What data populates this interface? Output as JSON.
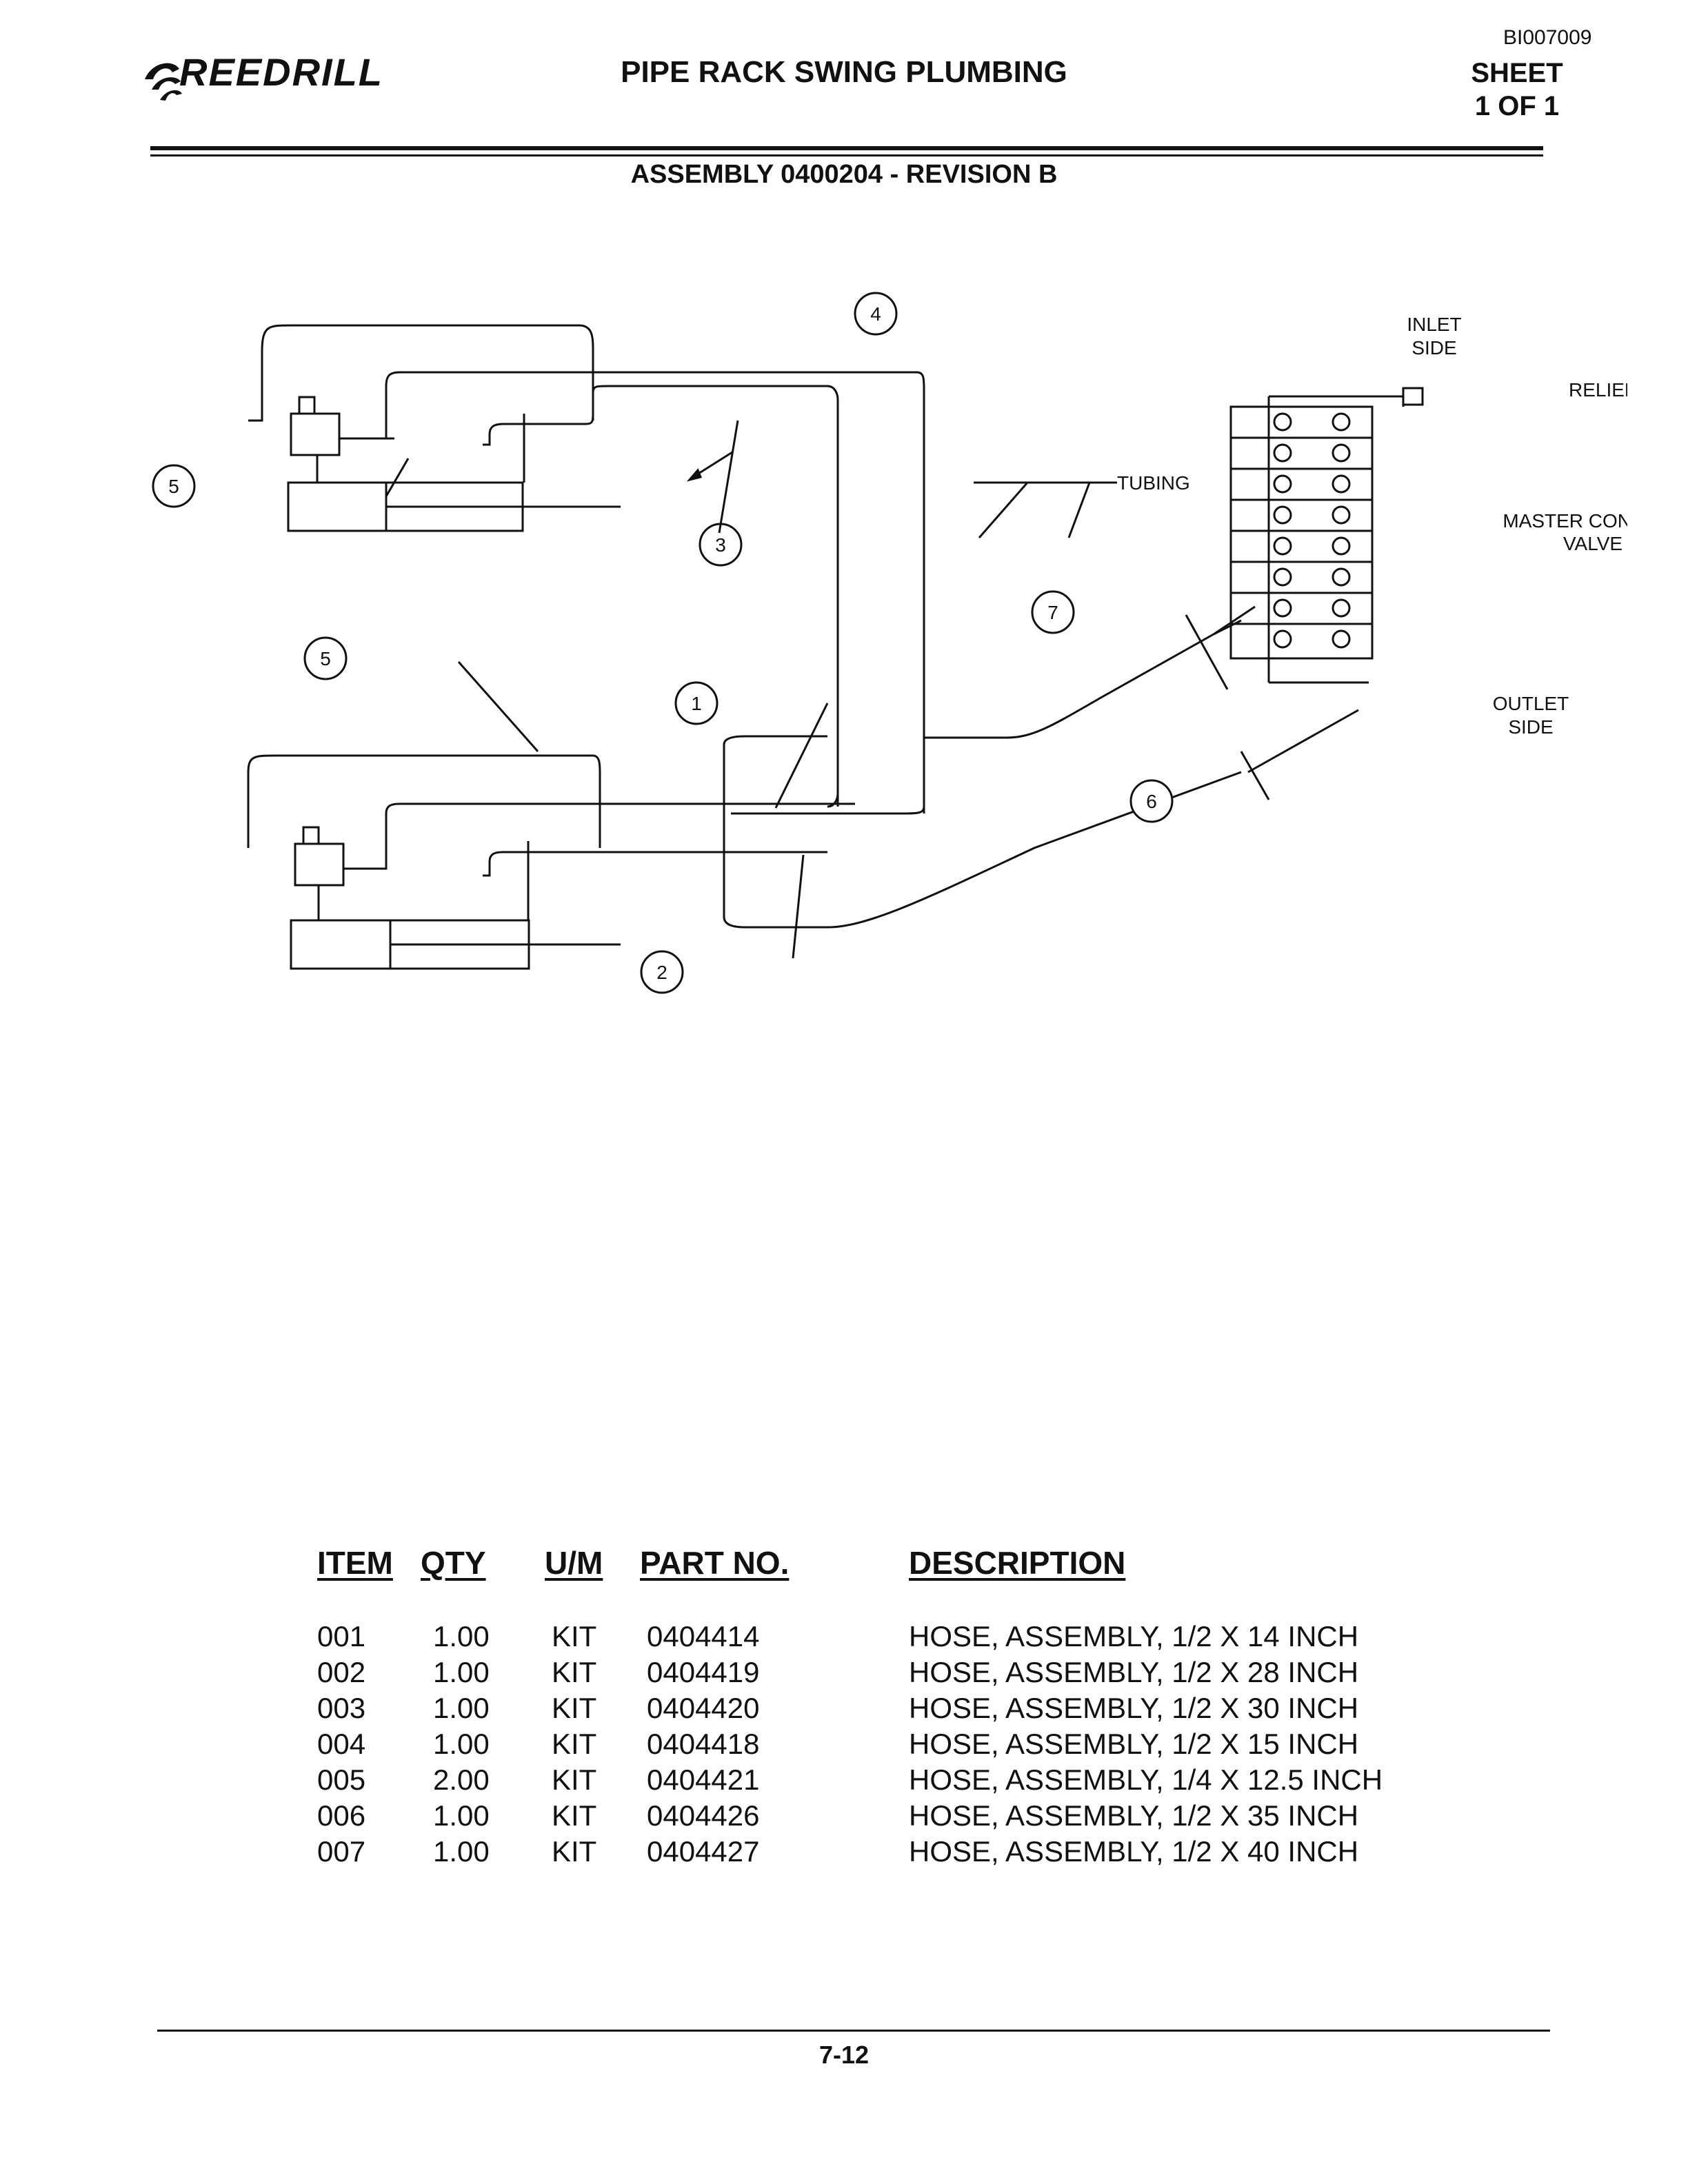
{
  "header": {
    "logo_text": "REEDRILL",
    "title": "PIPE RACK SWING PLUMBING",
    "doc_id": "BI007009",
    "sheet_label": "SHEET",
    "sheet_value": "1 OF 1",
    "subtitle": "ASSEMBLY 0400204 - REVISION B"
  },
  "diagram": {
    "labels": {
      "inlet": [
        "INLET",
        "SIDE"
      ],
      "relief": "RELIEF",
      "master": [
        "MASTER CONTROL",
        "VALVE"
      ],
      "outlet": [
        "OUTLET",
        "SIDE"
      ],
      "tubing": "TUBING"
    },
    "callouts": [
      "1",
      "2",
      "3",
      "4",
      "5",
      "5",
      "6",
      "7"
    ]
  },
  "parts_table": {
    "headers": [
      "ITEM",
      "QTY",
      "U/M",
      "PART NO.",
      "DESCRIPTION"
    ],
    "rows": [
      [
        "001",
        "1.00",
        "KIT",
        "0404414",
        "HOSE, ASSEMBLY, 1/2 X 14 INCH"
      ],
      [
        "002",
        "1.00",
        "KIT",
        "0404419",
        "HOSE, ASSEMBLY, 1/2 X 28 INCH"
      ],
      [
        "003",
        "1.00",
        "KIT",
        "0404420",
        "HOSE, ASSEMBLY, 1/2 X 30 INCH"
      ],
      [
        "004",
        "1.00",
        "KIT",
        "0404418",
        "HOSE, ASSEMBLY, 1/2 X 15 INCH"
      ],
      [
        "005",
        "2.00",
        "KIT",
        "0404421",
        "HOSE, ASSEMBLY, 1/4 X 12.5 INCH"
      ],
      [
        "006",
        "1.00",
        "KIT",
        "0404426",
        "HOSE, ASSEMBLY, 1/2 X 35 INCH"
      ],
      [
        "007",
        "1.00",
        "KIT",
        "0404427",
        "HOSE, ASSEMBLY, 1/2 X 40 INCH"
      ]
    ]
  },
  "footer": {
    "page_number": "7-12"
  }
}
